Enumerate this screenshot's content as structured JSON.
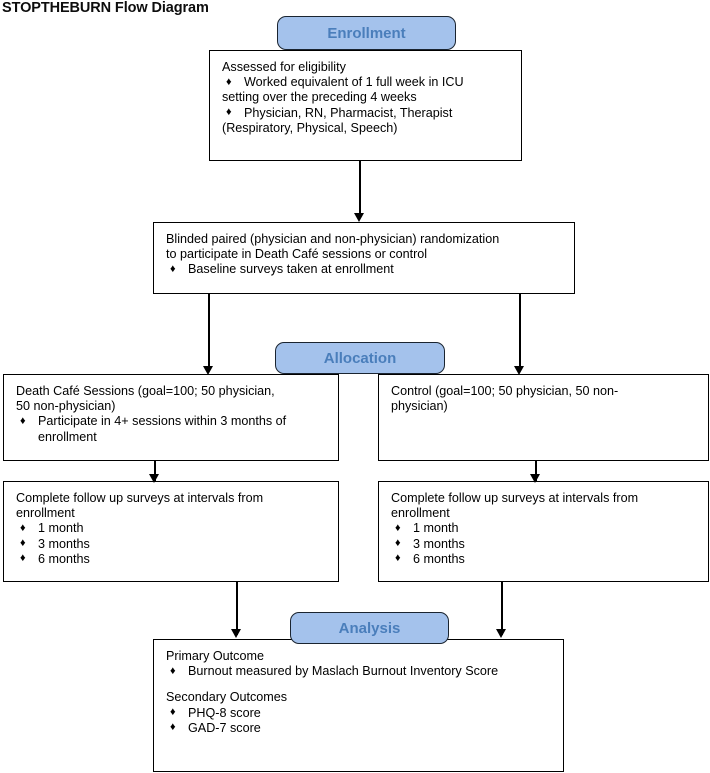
{
  "title": "STOPTHEBURN Flow Diagram",
  "stages": {
    "enrollment": "Enrollment",
    "allocation": "Allocation",
    "analysis": "Analysis"
  },
  "boxes": {
    "eligibility": {
      "line1": "Assessed for eligibility",
      "bullet1": "Worked equivalent of 1 full week in ICU",
      "line2": "setting over the preceding 4 weeks",
      "bullet2": "Physician, RN, Pharmacist, Therapist",
      "line3": "(Respiratory, Physical, Speech)"
    },
    "randomization": {
      "line1": "Blinded paired (physician and non-physician) randomization",
      "line2": "to participate in Death Café sessions or control",
      "bullet1": "Baseline surveys taken at enrollment"
    },
    "intervention": {
      "line1": "Death Café Sessions (goal=100; 50 physician,",
      "line2": "50 non-physician)",
      "bullet1": "Participate in 4+ sessions within 3 months of enrollment"
    },
    "control": {
      "line1": "Control (goal=100; 50 physician, 50 non-",
      "line2": "physician)"
    },
    "followup_left": {
      "line1": "Complete follow up surveys at intervals from",
      "line2": "enrollment",
      "bullet1": "1 month",
      "bullet2": "3 months",
      "bullet3": "6 months"
    },
    "followup_right": {
      "line1": "Complete follow up surveys at intervals from",
      "line2": "enrollment",
      "bullet1": "1 month",
      "bullet2": "3 months",
      "bullet3": "6 months"
    },
    "outcomes": {
      "primary_heading": "Primary Outcome",
      "primary_bullet1": "Burnout measured by Maslach Burnout Inventory Score",
      "secondary_heading": "Secondary Outcomes",
      "secondary_bullet1": "PHQ-8 score",
      "secondary_bullet2": "GAD-7 score"
    }
  },
  "glyphs": {
    "bullet": "♦"
  },
  "colors": {
    "pill_fill": "#a4c2ec",
    "pill_text": "#4a7ebb",
    "pill_border": "#1a2430",
    "box_border": "#000000",
    "connector": "#000000",
    "text": "#000000"
  }
}
